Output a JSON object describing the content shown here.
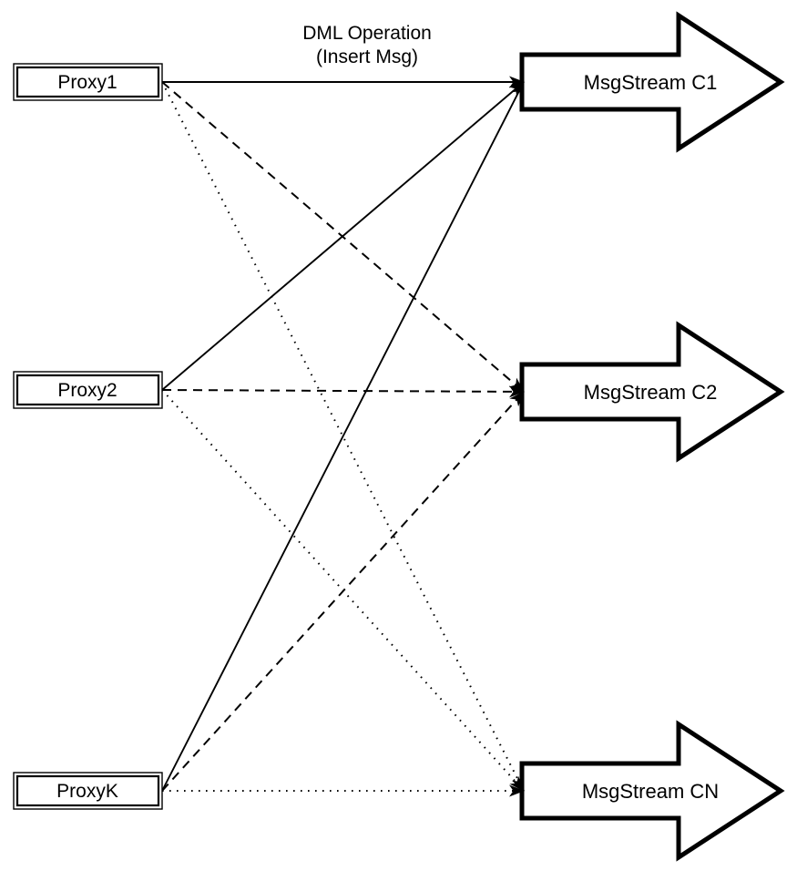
{
  "diagram": {
    "colors": {
      "background": "#ffffff",
      "stroke": "#000000",
      "shape_fill": "#ffffff"
    },
    "edge_label": {
      "line1": "DML Operation",
      "line2": "(Insert Msg)"
    },
    "proxies": [
      {
        "label": "Proxy1"
      },
      {
        "label": "Proxy2"
      },
      {
        "label": "ProxyK"
      }
    ],
    "streams": [
      {
        "label": "MsgStream C1"
      },
      {
        "label": "MsgStream C2"
      },
      {
        "label": "MsgStream CN"
      }
    ],
    "edges": [
      {
        "from": "Proxy1",
        "to": "MsgStream C1",
        "style": "solid",
        "label": "DML Operation (Insert Msg)"
      },
      {
        "from": "Proxy2",
        "to": "MsgStream C1",
        "style": "solid"
      },
      {
        "from": "ProxyK",
        "to": "MsgStream C1",
        "style": "solid"
      },
      {
        "from": "Proxy1",
        "to": "MsgStream C2",
        "style": "dashed"
      },
      {
        "from": "Proxy2",
        "to": "MsgStream C2",
        "style": "dashed"
      },
      {
        "from": "ProxyK",
        "to": "MsgStream C2",
        "style": "dashed"
      },
      {
        "from": "Proxy1",
        "to": "MsgStream CN",
        "style": "dotted"
      },
      {
        "from": "Proxy2",
        "to": "MsgStream CN",
        "style": "dotted"
      },
      {
        "from": "ProxyK",
        "to": "MsgStream CN",
        "style": "dotted"
      }
    ]
  }
}
